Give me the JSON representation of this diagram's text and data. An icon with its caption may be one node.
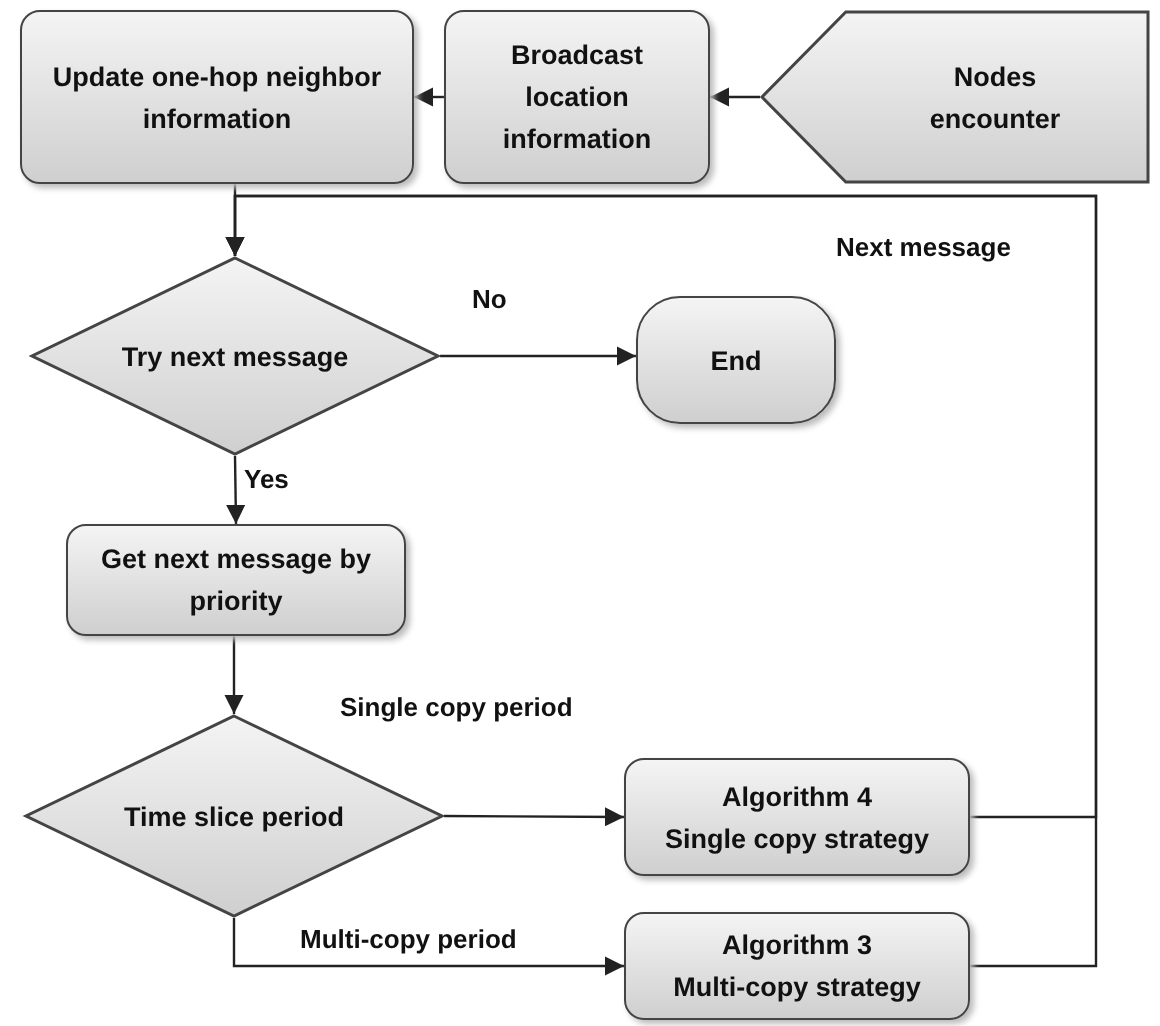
{
  "diagram": {
    "nodes": [
      {
        "text": [
          "Update one-hop neighbor information"
        ]
      },
      {
        "text": [
          "Broadcast location information"
        ]
      },
      {
        "text": [
          "Nodes encounter"
        ]
      },
      {
        "text": [
          "Try next message"
        ]
      },
      {
        "text": [
          "End"
        ]
      },
      {
        "text": [
          "Get next message by priority"
        ]
      },
      {
        "text": [
          "Time slice period"
        ]
      },
      {
        "text": [
          "Algorithm 4",
          "Single copy strategy"
        ]
      },
      {
        "text": [
          "Algorithm 3",
          "Multi-copy strategy"
        ]
      }
    ],
    "edges": [
      {
        "from": 2,
        "to": 1,
        "arrow": "to"
      },
      {
        "from": 1,
        "to": 0,
        "arrow": "to"
      },
      {
        "from": 0,
        "to": 3,
        "arrow": "to"
      },
      {
        "from": 3,
        "to": 4,
        "arrow": "to",
        "label": "No"
      },
      {
        "from": 3,
        "to": 5,
        "arrow": "to",
        "label": "Yes"
      },
      {
        "from": 5,
        "to": 6,
        "arrow": "to"
      },
      {
        "from": 6,
        "to": 7,
        "arrow": "to",
        "label": "Single copy period"
      },
      {
        "from": 6,
        "to": 8,
        "arrow": "to",
        "label": "Multi-copy period"
      },
      {
        "from": 7,
        "to": 3,
        "arrow": "to",
        "label": "Next message"
      },
      {
        "from": 8,
        "to": 3,
        "arrow": "to"
      }
    ]
  }
}
